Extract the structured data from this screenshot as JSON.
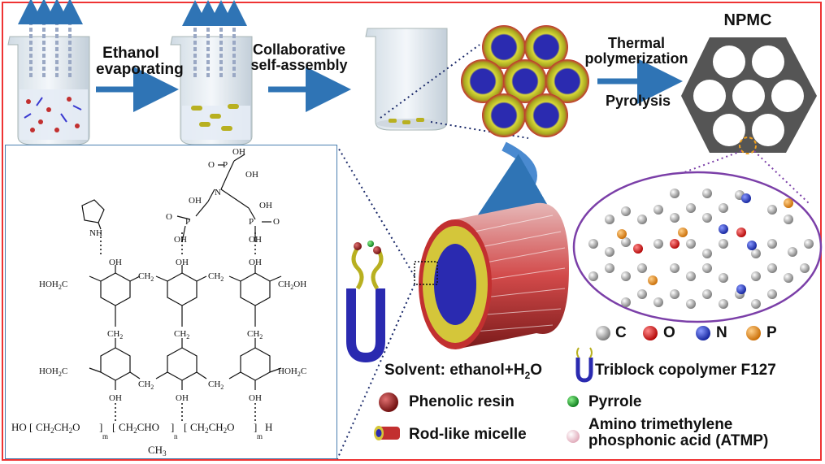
{
  "steps": {
    "step1": [
      "Ethanol",
      "evaporating"
    ],
    "step2": [
      "Collaborative",
      "self-assembly"
    ],
    "step3": [
      "Thermal",
      "polymerization"
    ],
    "step4": "Pyrolysis",
    "product": "NPMC"
  },
  "atoms": [
    {
      "symbol": "C",
      "color": "#8a8a8a"
    },
    {
      "symbol": "O",
      "color": "#d01010"
    },
    {
      "symbol": "N",
      "color": "#1a2fd0"
    },
    {
      "symbol": "P",
      "color": "#f08a10"
    }
  ],
  "legend": {
    "solvent_prefix": "Solvent: ethanol+H",
    "solvent_sub": "2",
    "solvent_suffix": "O",
    "copolymer": "Triblock copolymer F127",
    "phenolic": "Phenolic  resin",
    "pyrrole": "Pyrrole",
    "micelle": "Rod-like micelle",
    "atmp_line1": "Amino trimethylene",
    "atmp_line2": "phosphonic acid (ATMP)"
  },
  "colors": {
    "arrow": "#2f74b5",
    "frame": "#e03030",
    "hexagon": "#555555",
    "micelle_core": "#2a2ab0",
    "micelle_shell": "#c8c830",
    "oval_border": "#7b3fa8"
  },
  "structure": {
    "pyrrole_nh": "NH",
    "oh": "OH",
    "p": "P",
    "n": "N",
    "o": "O",
    "ch2": "CH",
    "ch2_sub": "2",
    "hoh2c": "HOH",
    "hoh2c_sub": "2",
    "hoh2c_tail": "C",
    "ch2oh_a": "CH",
    "ch2oh_sub": "2",
    "ch2oh_b": "OH",
    "hoh2c_right": "HOH",
    "hoh2c_right_tail": "C",
    "backbone_ho": "HO",
    "backbone_unit": "CH",
    "backbone_sub_2": "2",
    "backbone_o": "O",
    "backbone_m": "m",
    "backbone_n": "n",
    "backbone_h": "H",
    "backbone_ch3": "CH",
    "backbone_ch3_sub": "3"
  }
}
